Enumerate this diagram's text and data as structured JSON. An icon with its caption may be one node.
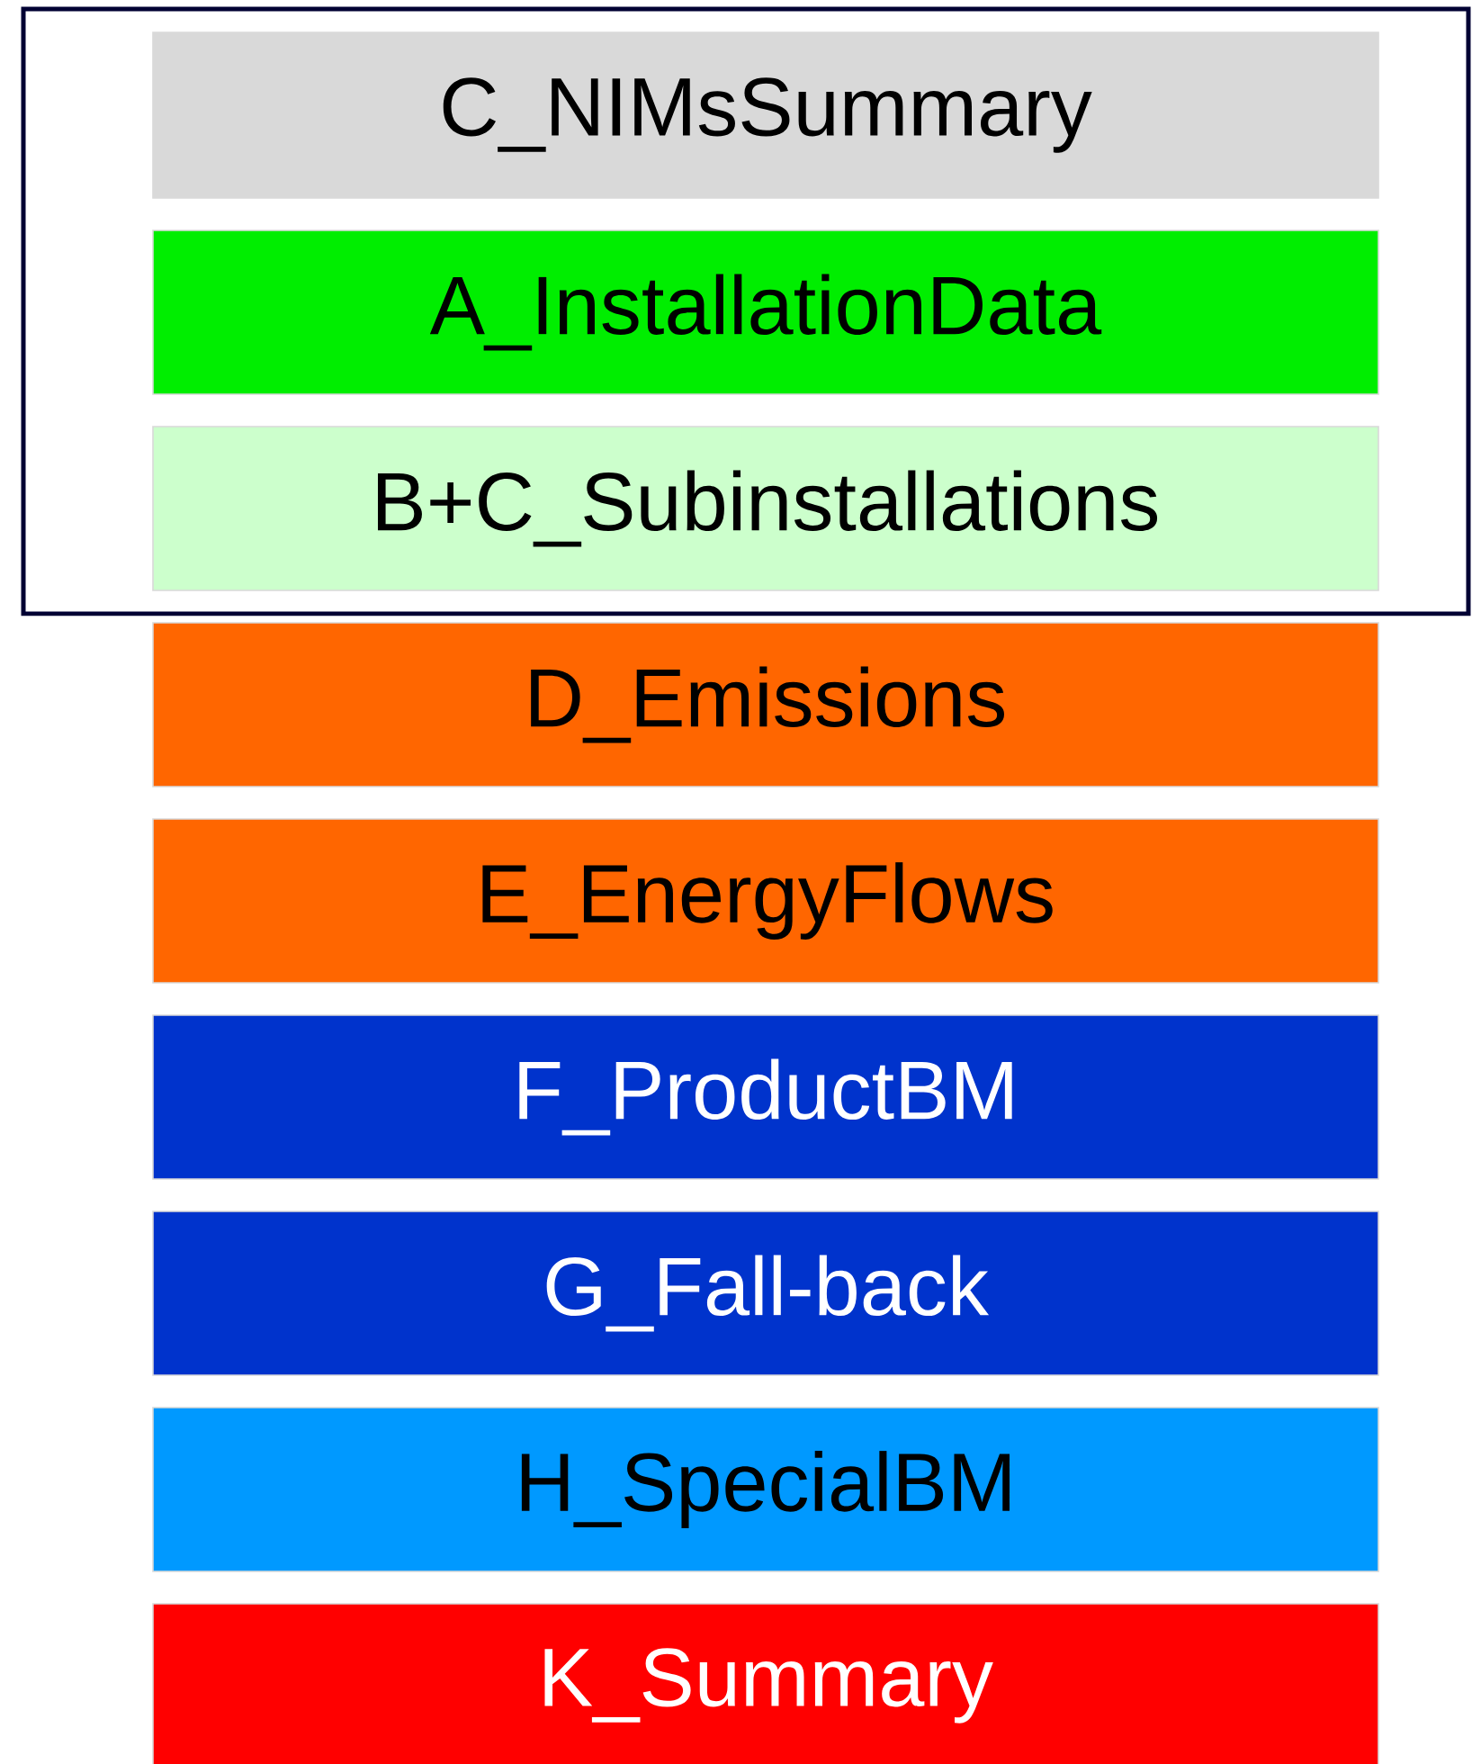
{
  "diagram": {
    "nodes": [
      {
        "text": [],
        "shape": "box"
      },
      {
        "text": [
          "C_NIMsSummary"
        ],
        "in": 0
      },
      {
        "text": [
          "A_InstallationData"
        ],
        "in": 0
      },
      {
        "text": [
          "B+C_Subinstallations"
        ],
        "in": 0
      },
      {
        "text": [
          "D_Emissions"
        ]
      },
      {
        "text": [
          "E_EnergyFlows"
        ]
      },
      {
        "text": [
          "F_ProductBM"
        ]
      },
      {
        "text": [
          "G_Fall-back"
        ]
      },
      {
        "text": [
          "H_SpecialBM"
        ]
      },
      {
        "text": [
          "K_Summary"
        ]
      }
    ]
  }
}
